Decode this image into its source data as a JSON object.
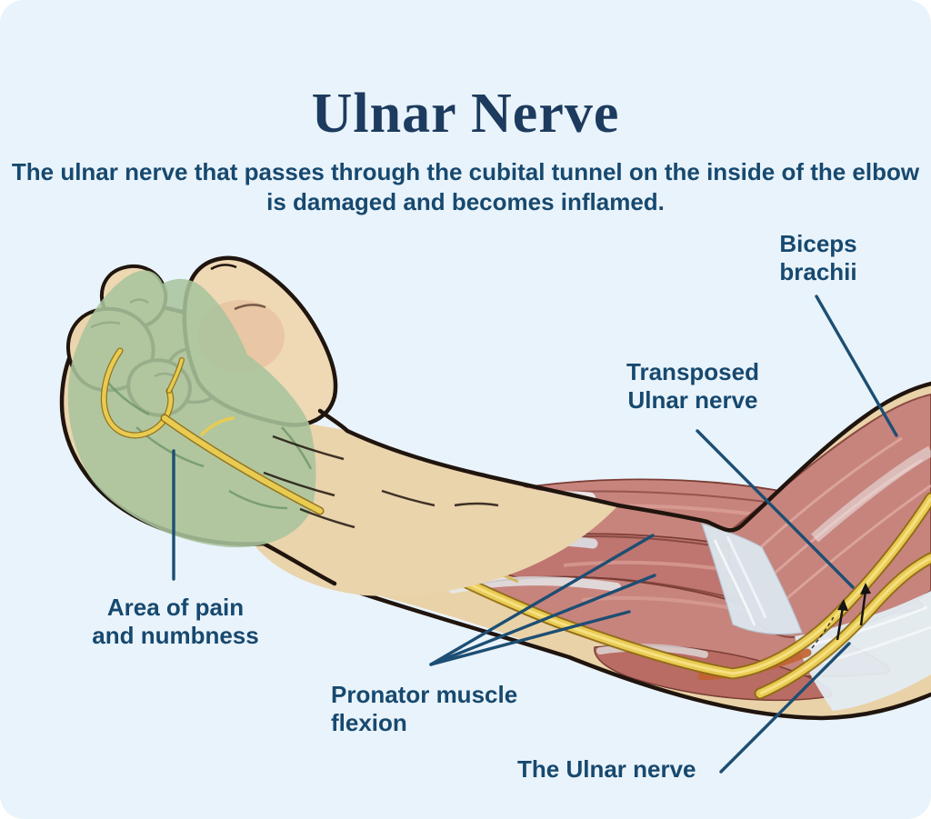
{
  "page": {
    "background_color": "#e9f3fb"
  },
  "header": {
    "title": "Ulnar Nerve",
    "subtitle_line1": "The ulnar nerve that passes through the cubital tunnel on",
    "subtitle_line2": "the inside of the elbow is damaged and becomes inflamed."
  },
  "labels": {
    "biceps": {
      "line1": "Biceps",
      "line2": "brachii"
    },
    "transposed_nerve": {
      "line1": "Transposed",
      "line2": "Ulnar nerve"
    },
    "pain_area": {
      "line1": "Area of pain",
      "line2": "and numbness"
    },
    "pronator": {
      "line1": "Pronator muscle",
      "line2": "flexion"
    },
    "ulnar_nerve": {
      "text": "The Ulnar nerve"
    }
  },
  "colors": {
    "title_text": "#1d3b5e",
    "label_text": "#17496f",
    "pointer_line": "#1d4e73",
    "nerve_yellow": "#e9cb52",
    "muscle_pink": "#c7847d",
    "pain_area_green": "#a8c49d",
    "skin_tan": "#e9d2a8",
    "background": "#e9f3fb"
  }
}
